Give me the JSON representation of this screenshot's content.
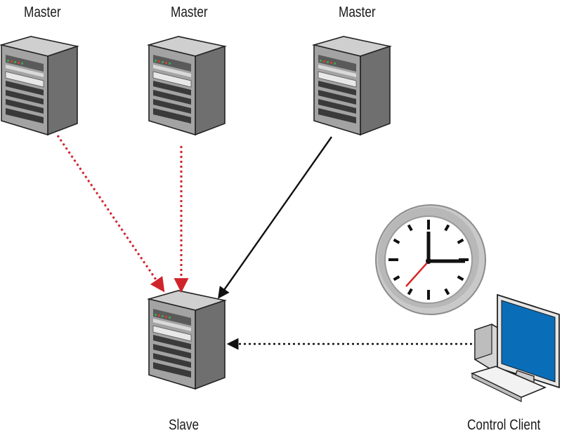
{
  "labels": {
    "master_1": "Master",
    "master_2": "Master",
    "master_3": "Master",
    "slave": "Slave",
    "control_client": "Control Client"
  },
  "colors": {
    "replication_inactive": "#d0242b",
    "replication_active": "#111111",
    "control_link": "#111111",
    "server_body": "#9a9a9a",
    "monitor_screen": "#0a6db8"
  },
  "icons": {
    "master": "server-tower-icon",
    "slave": "server-tower-icon",
    "clock": "clock-icon",
    "client": "desktop-computer-icon"
  },
  "connections": [
    {
      "from": "master_1",
      "to": "slave",
      "style": "dotted",
      "color": "replication_inactive"
    },
    {
      "from": "master_2",
      "to": "slave",
      "style": "dotted",
      "color": "replication_inactive"
    },
    {
      "from": "master_3",
      "to": "slave",
      "style": "solid",
      "color": "replication_active"
    },
    {
      "from": "control_client",
      "to": "slave",
      "style": "dotted",
      "color": "control_link"
    }
  ]
}
